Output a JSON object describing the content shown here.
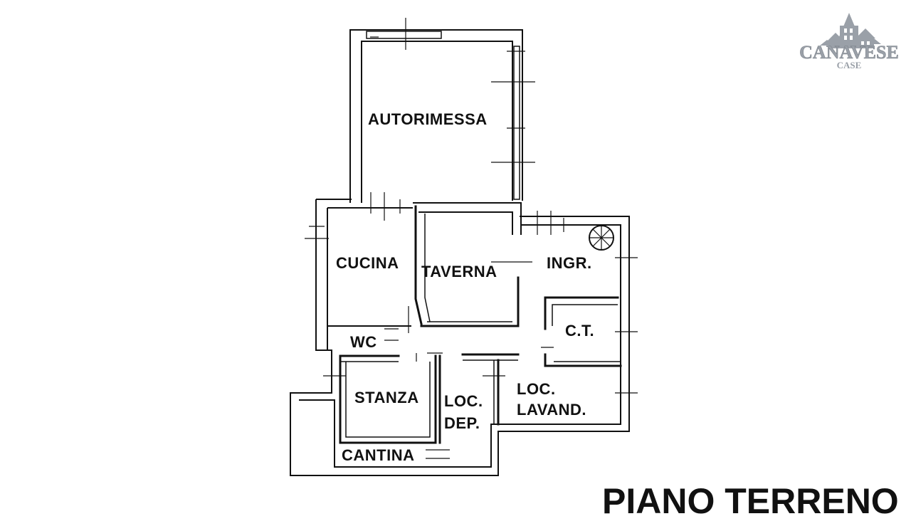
{
  "plan_title": "PIANO TERRENO",
  "logo": {
    "name": "CANAVESE",
    "sub": "CASE",
    "color": "#9aa0a8"
  },
  "rooms": {
    "autorimessa": "AUTORIMESSA",
    "cucina": "CUCINA",
    "taverna": "TAVERNA",
    "ingresso": "INGR.",
    "ct": "C.T.",
    "wc": "WC",
    "stanza": "STANZA",
    "loc_dep_1": "LOC.",
    "loc_dep_2": "DEP.",
    "loc_lavand_1": "LOC.",
    "loc_lavand_2": "LAVAND.",
    "cantina": "CANTINA"
  },
  "icons": {
    "stair": "spiral-stair-icon",
    "logo": "houses-logo-icon"
  },
  "colors": {
    "line": "#111111",
    "background": "#ffffff",
    "logo": "#9aa0a8"
  }
}
